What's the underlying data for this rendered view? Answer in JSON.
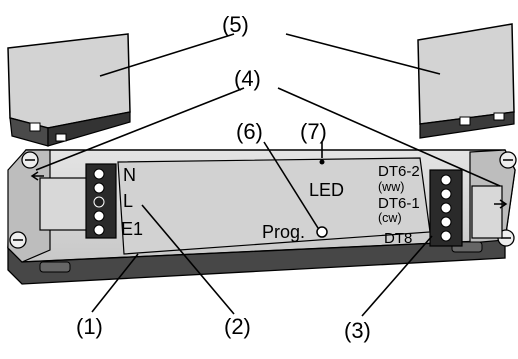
{
  "callouts": {
    "c1": "(1)",
    "c2": "(2)",
    "c3": "(3)",
    "c4": "(4)",
    "c5": "(5)",
    "c6": "(6)",
    "c7": "(7)"
  },
  "device_labels": {
    "n": "N",
    "l": "L",
    "e1": "E1",
    "prog": "Prog.",
    "led": "LED",
    "dt62": "DT6-2",
    "ww": "(ww)",
    "dt61": "DT6-1",
    "cw": "(cw)",
    "dt8": "DT8"
  },
  "colors": {
    "line": "#000000",
    "housing_top": "#d6d6d6",
    "housing_front": "#4a4a4a",
    "cover": "#cfcfcf",
    "cover_dark": "#3a3a3a"
  }
}
